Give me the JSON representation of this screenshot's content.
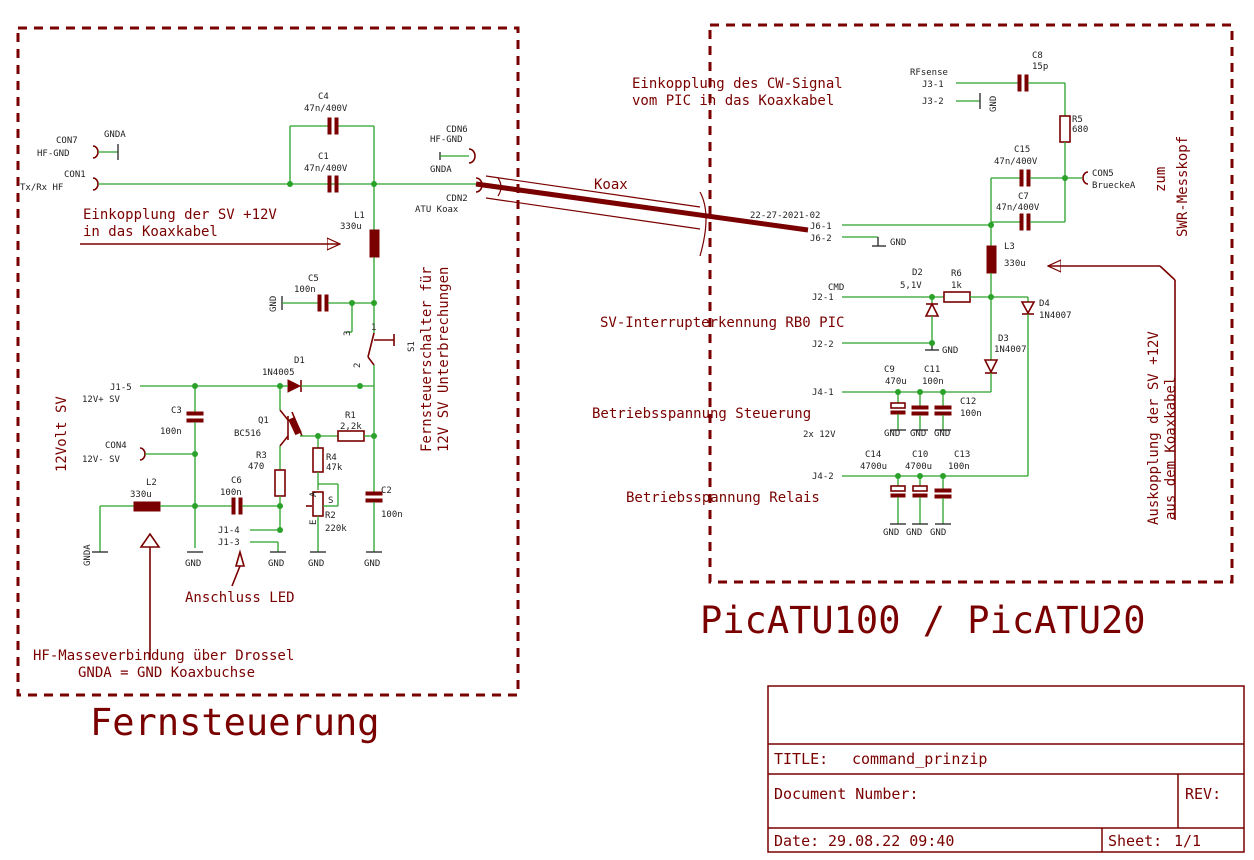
{
  "frames": {
    "left_title": "Fernsteuerung",
    "right_title": "PicATU100 / PicATU20"
  },
  "left": {
    "con7": {
      "ref": "CON7",
      "name": "HF-GND"
    },
    "gnda_con7": "GNDA",
    "con1": {
      "ref": "CON1",
      "name": "Tx/Rx HF"
    },
    "c4": {
      "ref": "C4",
      "value": "47n/400V"
    },
    "c1": {
      "ref": "C1",
      "value": "47n/400V"
    },
    "con6": {
      "ref": "CDN6",
      "name": "HF-GND",
      "gnd": "GNDA"
    },
    "con2": {
      "ref": "CDN2",
      "name": "ATU Koax"
    },
    "note_einkopplung": [
      "Einkopplung der SV +12V",
      "in das Koaxkabel"
    ],
    "l1": {
      "ref": "L1",
      "value": "330u"
    },
    "c5": {
      "ref": "C5",
      "value": "100n",
      "gnd": "GND"
    },
    "s1": {
      "ref": "S1",
      "pin1": "1",
      "pin2": "2",
      "pin3": "3"
    },
    "vnote": [
      "Fernsteuerschalter für",
      "12V SV Unterbrechungen"
    ],
    "d1": {
      "ref": "D1",
      "value": "1N4005"
    },
    "j15": {
      "ref": "J1-5",
      "name": "12V+ SV"
    },
    "c3": {
      "ref": "C3",
      "value": "100n"
    },
    "vlabel": "12Volt SV",
    "con4": {
      "ref": "CON4",
      "name": "12V- SV"
    },
    "q1": {
      "ref": "Q1",
      "value": "BC516"
    },
    "r1": {
      "ref": "R1",
      "value": "2,2k"
    },
    "r3": {
      "ref": "R3",
      "value": "470"
    },
    "r4": {
      "ref": "R4",
      "value": "47k"
    },
    "c6": {
      "ref": "C6",
      "value": "100n"
    },
    "l2": {
      "ref": "L2",
      "value": "330u"
    },
    "r2": {
      "ref": "R2",
      "value": "220k",
      "pin_a": "A",
      "pin_e": "E",
      "pin_s": "S"
    },
    "c2": {
      "ref": "C2",
      "value": "100n"
    },
    "j14": "J1-4",
    "j13": "J1-3",
    "gnd_labels": [
      "GND",
      "GND",
      "GND",
      "GND",
      "GND"
    ],
    "gnda_l2": "GNDA",
    "note_led": "Anschluss LED",
    "note_hf": [
      "HF-Masseverbindung über Drossel",
      "GNDA = GND Koaxbuchse"
    ]
  },
  "coax_label": "Koax",
  "right": {
    "note_cw": [
      "Einkopplung des CW-Signal",
      "vom PIC in das Koaxkabel"
    ],
    "rfsense": "RFsense",
    "j31": "J3-1",
    "j32": "J3-2",
    "gnd_j32": "GND",
    "c8": {
      "ref": "C8",
      "value": "15p"
    },
    "r5": {
      "ref": "R5",
      "value": "680"
    },
    "c15": {
      "ref": "C15",
      "value": "47n/400V"
    },
    "c7": {
      "ref": "C7",
      "value": "47n/400V"
    },
    "con5": {
      "ref": "CON5",
      "name": "BrueckeA"
    },
    "swr": [
      "zum",
      "SWR-Messkopf"
    ],
    "part_no": "22-27-2021-02",
    "j61": "J6-1",
    "j62": "J6-2",
    "gnd_j62": "GND",
    "l3": {
      "ref": "L3",
      "value": "330u"
    },
    "cmd": "CMD",
    "j21": "J2-1",
    "d2": {
      "ref": "D2",
      "value": "5,1V"
    },
    "r6": {
      "ref": "R6",
      "value": "1k"
    },
    "d4": {
      "ref": "D4",
      "value": "1N4007"
    },
    "note_sv": "SV-Interrupterkennung RB0 PIC",
    "j22": "J2-2",
    "gnd_j22": "GND",
    "d3": {
      "ref": "D3",
      "value": "1N4007"
    },
    "j41": "J4-1",
    "c9": {
      "ref": "C9",
      "value": "470u"
    },
    "c11": {
      "ref": "C11",
      "value": "100n"
    },
    "c12": {
      "ref": "C12",
      "value": "100n"
    },
    "note_steuer": "Betriebsspannung Steuerung",
    "note_2x12": "2x 12V",
    "gnd_row1": [
      "GND",
      "GND",
      "GND"
    ],
    "j42": "J4-2",
    "c14": {
      "ref": "C14",
      "value": "4700u"
    },
    "c10": {
      "ref": "C10",
      "value": "4700u"
    },
    "c13": {
      "ref": "C13",
      "value": "100n"
    },
    "note_relais": "Betriebsspannung Relais",
    "gnd_row2": [
      "GND",
      "GND",
      "GND"
    ],
    "vnote": [
      "Auskopplung der SV +12V",
      "aus dem Koaxkabel"
    ]
  },
  "titleblock": {
    "title_label": "TITLE:",
    "title_value": "command_prinzip",
    "docnum_label": "Document Number:",
    "rev_label": "REV:",
    "date_label": "Date:",
    "date_value": "29.08.22 09:40",
    "sheet_label": "Sheet:",
    "sheet_value": "1/1"
  }
}
